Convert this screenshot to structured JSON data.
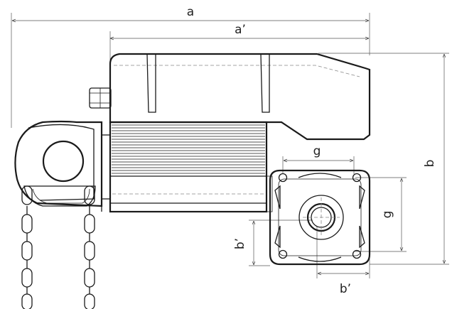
{
  "dimensions": {
    "a": "a",
    "a_prime": "a’",
    "b": "b",
    "b_prime_vertical": "b’",
    "b_prime_horizontal": "b’",
    "g_horizontal": "g",
    "g_vertical": "g"
  }
}
